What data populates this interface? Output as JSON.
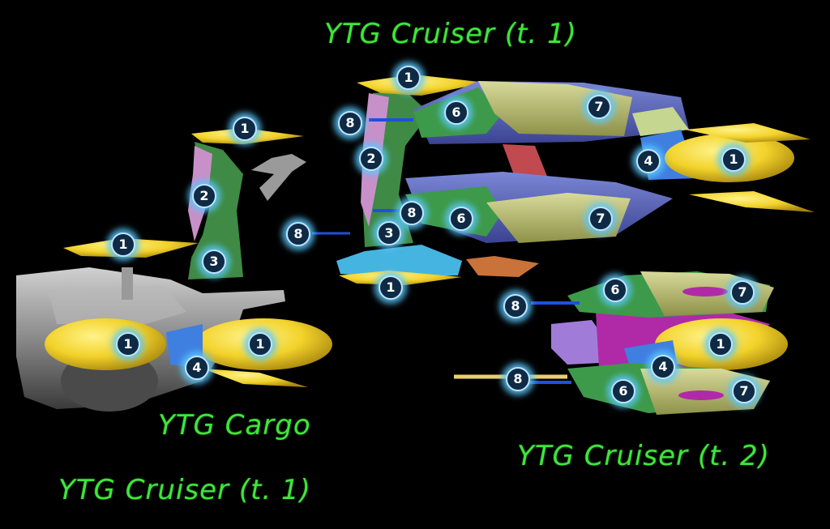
{
  "titles": {
    "cruiser_t1_top": "YTG Cruiser (t. 1)",
    "cargo": "YTG Cargo",
    "cruiser_t1_bottom": "YTG Cruiser (t. 1)",
    "cruiser_t2": "YTG Cruiser (t. 2)"
  },
  "colors": {
    "title_text": "#3ee63a",
    "part_1_yellow": "#f2d22a",
    "part_2_pink": "#c890c8",
    "part_3_green": "#3f8a45",
    "part_4_blue": "#3f7fe0",
    "part_6_green": "#3d9a4a",
    "part_7_olive": "#b8bb6a",
    "part_8_blue": "#1f4fe0",
    "hull_gray": "#8a8a8a",
    "hull_violet": "#5560b0",
    "cyan": "#46b4e0",
    "orange": "#c9723a",
    "magenta": "#b02aa8"
  },
  "labels": {
    "cargo": {
      "top_1": "1",
      "arm_2": "2",
      "base_3": "3",
      "left_1": "1",
      "pod_left_1": "1",
      "pod_right_1": "1",
      "engine_4": "4"
    },
    "cruiser_t1": {
      "top_1": "1",
      "arm_2": "2",
      "base_3": "3",
      "bottom_1": "1",
      "upper_6": "6",
      "upper_7": "7",
      "gun_upper_8": "8",
      "gun_mid_8": "8",
      "gun_left_8": "8",
      "lower_6": "6",
      "lower_7": "7",
      "engine_4": "4",
      "pod_1": "1"
    },
    "cruiser_t2": {
      "upper_6": "6",
      "upper_7": "7",
      "gun_upper_8": "8",
      "pod_1": "1",
      "engine_4": "4",
      "lower_6": "6",
      "lower_7": "7",
      "gun_lower_8": "8"
    }
  }
}
